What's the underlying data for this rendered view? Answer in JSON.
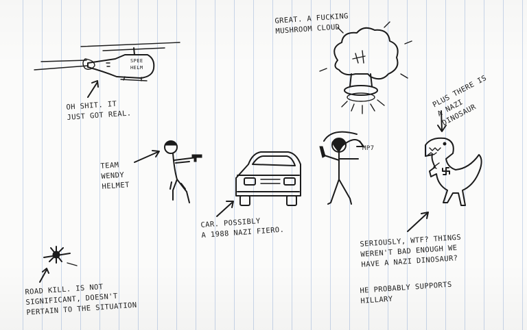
{
  "notes": {
    "helicopter_caption": "OH SHIT. IT\nJUST GOT REAL.",
    "helicopter_label": "SPEE\nHELM",
    "mushroom_caption": "GREAT. A FUCKING\nMUSHROOM CLOUD",
    "dinosaur_caption": "PLUS THERE IS\nA NAZI\nDINOSAUR",
    "team_caption": "TEAM\nWENDY\nHELMET",
    "weapon_label": "MP7",
    "car_caption": "CAR. POSSIBLY\nA 1988 NAZI FIERO.",
    "roadkill_caption": "ROAD KILL. IS NOT\nSIGNIFICANT, DOESN'T\nPERTAIN TO THE SITUATION",
    "wtf_caption": "SERIOUSLY, WTF? THINGS\nWEREN'T BAD ENOUGH WE\nHAVE A NAZI DINOSAUR?",
    "hillary_caption": "HE PROBABLY SUPPORTS\nHILLARY"
  },
  "colors": {
    "ink": "#1b1b1b",
    "paper": "#fbfbfa",
    "rule_lines": "#c9d6ea"
  }
}
